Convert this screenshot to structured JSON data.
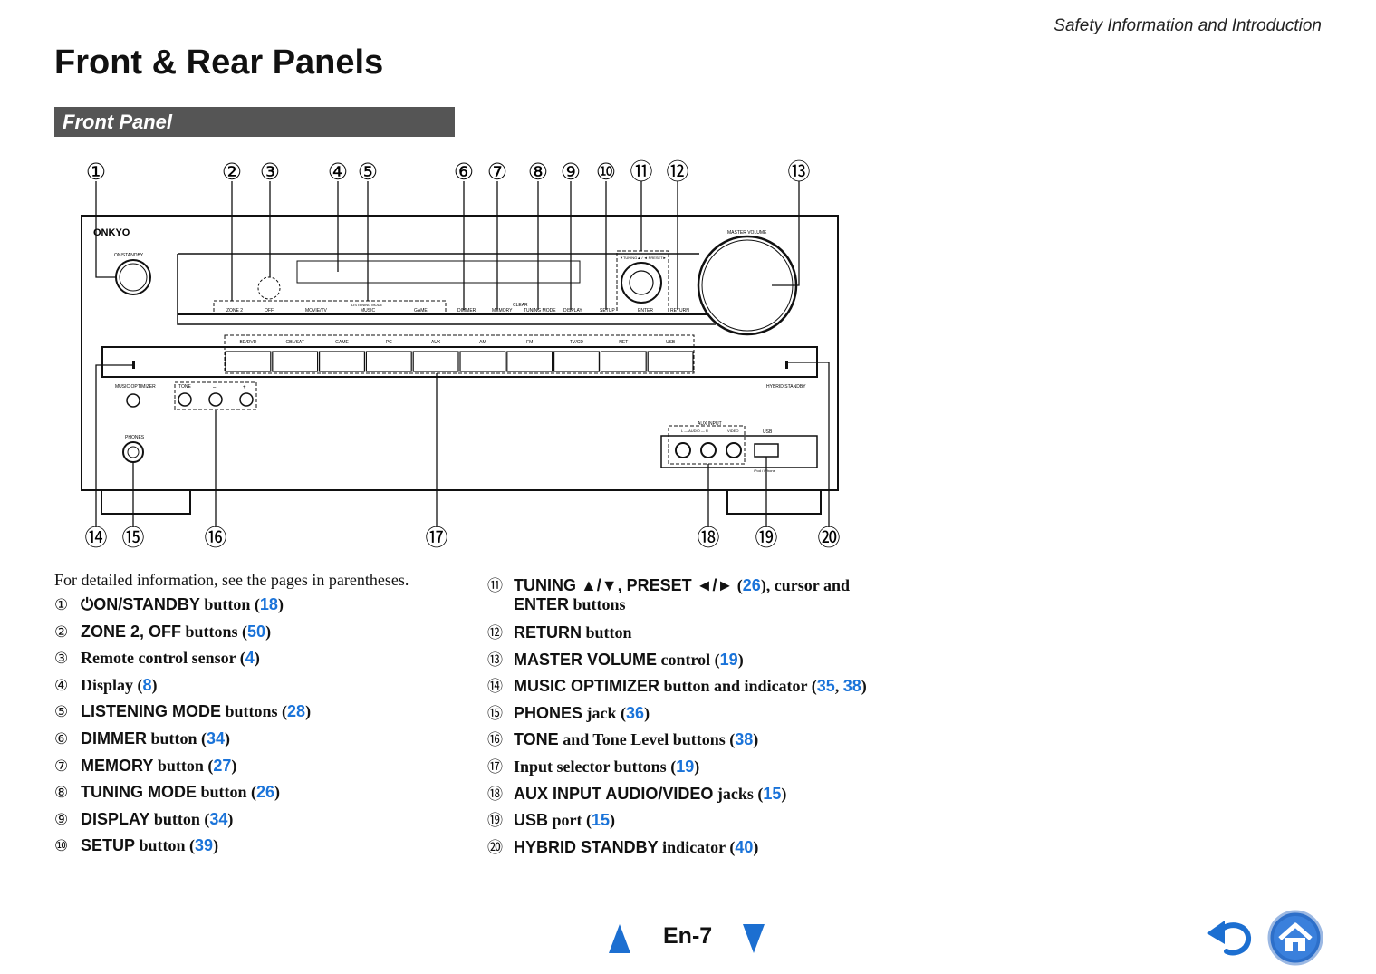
{
  "header": {
    "running_head": "Safety Information and Introduction"
  },
  "page_title": "Front & Rear Panels",
  "section_title": "Front Panel",
  "diagram": {
    "brand": "ONKYO",
    "labels": {
      "on_standby": "ON/STANDBY",
      "master_volume": "MASTER VOLUME",
      "zone2": "ZONE 2",
      "off": "OFF",
      "listening_mode": "LISTENING MODE",
      "movie_tv": "MOVIE/TV",
      "music": "MUSIC",
      "game": "GAME",
      "dimmer": "DIMMER",
      "memory": "MEMORY",
      "clear": "CLEAR",
      "tuning_mode": "TUNING MODE",
      "display": "DISPLAY",
      "setup": "SETUP",
      "enter": "ENTER",
      "return": "RETURN",
      "tuning_preset": "▼TUNING▲ / ◄ PRESET►",
      "music_optimizer": "MUSIC OPTIMIZER",
      "tone": "TONE",
      "minus": "–",
      "plus": "+",
      "hybrid_standby": "HYBRID STANDBY",
      "phones": "PHONES",
      "aux_input": "AUX INPUT",
      "audio_lr": "L — AUDIO — R",
      "video": "VIDEO",
      "usb": "USB",
      "ipod": "iPod / iPhone"
    },
    "inputs": [
      "BD/DVD",
      "CBL/SAT",
      "GAME",
      "PC",
      "AUX",
      "AM",
      "FM",
      "TV/CD",
      "NET",
      "USB"
    ],
    "callouts_top": [
      "①",
      "②",
      "③",
      "④",
      "⑤",
      "⑥",
      "⑦",
      "⑧",
      "⑨",
      "⑩",
      "⑪",
      "⑫",
      "⑬"
    ],
    "callouts_bottom": [
      "⑭",
      "⑮",
      "⑯",
      "⑰",
      "⑱",
      "⑲",
      "⑳"
    ]
  },
  "intro": "For detailed information, see the pages in parentheses.",
  "items_left": [
    {
      "num": "①",
      "pre": "",
      "name": "⏻ON/STANDBY",
      "post": " button (",
      "ref": "18",
      "end": ")"
    },
    {
      "num": "②",
      "pre": "",
      "name": "ZONE 2, OFF",
      "post": " buttons (",
      "ref": "50",
      "end": ")"
    },
    {
      "num": "③",
      "pre": "Remote control sensor (",
      "name": "",
      "post": "",
      "ref": "4",
      "end": ")"
    },
    {
      "num": "④",
      "pre": "Display (",
      "name": "",
      "post": "",
      "ref": "8",
      "end": ")"
    },
    {
      "num": "⑤",
      "pre": "",
      "name": "LISTENING MODE",
      "post": " buttons (",
      "ref": "28",
      "end": ")"
    },
    {
      "num": "⑥",
      "pre": "",
      "name": "DIMMER",
      "post": " button (",
      "ref": "34",
      "end": ")"
    },
    {
      "num": "⑦",
      "pre": "",
      "name": "MEMORY",
      "post": " button (",
      "ref": "27",
      "end": ")"
    },
    {
      "num": "⑧",
      "pre": "",
      "name": "TUNING MODE",
      "post": " button (",
      "ref": "26",
      "end": ")"
    },
    {
      "num": "⑨",
      "pre": "",
      "name": "DISPLAY",
      "post": " button (",
      "ref": "34",
      "end": ")"
    },
    {
      "num": "⑩",
      "pre": "",
      "name": "SETUP",
      "post": " button (",
      "ref": "39",
      "end": ")"
    }
  ],
  "item_11": {
    "num": "⑪",
    "name": "TUNING ▲/▼, PRESET ◄/►",
    "post1": " (",
    "ref": "26",
    "post2": "), cursor and",
    "line2": "ENTER",
    "line2post": " buttons"
  },
  "items_right": [
    {
      "num": "⑫",
      "pre": "",
      "name": "RETURN",
      "post": " button",
      "ref": "",
      "ref2": "",
      "end": ""
    },
    {
      "num": "⑬",
      "pre": "",
      "name": "MASTER VOLUME",
      "post": " control (",
      "ref": "19",
      "ref2": "",
      "end": ")"
    },
    {
      "num": "⑭",
      "pre": "",
      "name": "MUSIC OPTIMIZER",
      "post": " button and indicator (",
      "ref": "35",
      "ref2": "38",
      "end": ")"
    },
    {
      "num": "⑮",
      "pre": "",
      "name": "PHONES",
      "post": " jack (",
      "ref": "36",
      "ref2": "",
      "end": ")"
    },
    {
      "num": "⑯",
      "pre": "",
      "name": "TONE",
      "post": " and Tone Level buttons (",
      "ref": "38",
      "ref2": "",
      "end": ")"
    },
    {
      "num": "⑰",
      "pre": "Input selector buttons (",
      "name": "",
      "post": "",
      "ref": "19",
      "ref2": "",
      "end": ")"
    },
    {
      "num": "⑱",
      "pre": "",
      "name": "AUX INPUT AUDIO/VIDEO",
      "post": " jacks (",
      "ref": "15",
      "ref2": "",
      "end": ")"
    },
    {
      "num": "⑲",
      "pre": "",
      "name": "USB",
      "post": " port (",
      "ref": "15",
      "ref2": "",
      "end": ")"
    },
    {
      "num": "⑳",
      "pre": "",
      "name": "HYBRID STANDBY",
      "post": " indicator (",
      "ref": "40",
      "ref2": "",
      "end": ")"
    }
  ],
  "footer": {
    "page": "En-7"
  },
  "colors": {
    "link": "#1a73d9",
    "nav": "#1c6fd1",
    "section_bar": "#555555"
  }
}
